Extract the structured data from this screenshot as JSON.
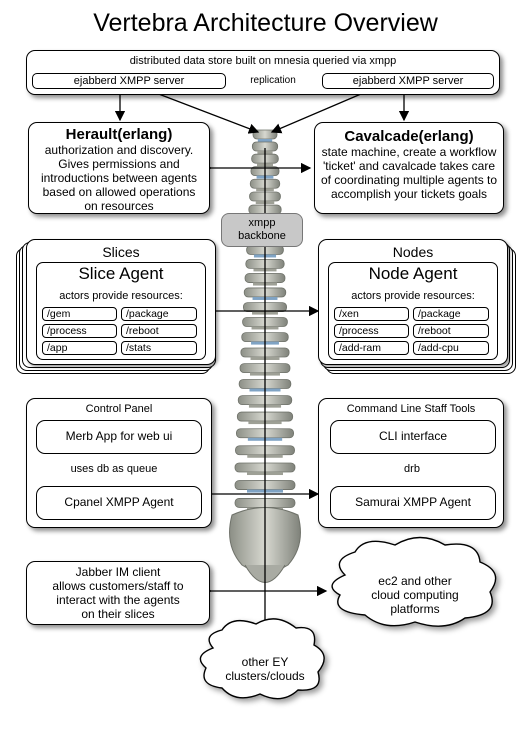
{
  "title": "Vertebra Architecture Overview",
  "datastore": {
    "caption": "distributed data store built on mnesia queried via xmpp",
    "left_server": "ejabberd XMPP server",
    "replication": "replication",
    "right_server": "ejabberd XMPP server"
  },
  "herault": {
    "heading": "Herault(erlang)",
    "lines": [
      "authorization and  discovery.",
      "Gives permissions and",
      "introductions between agents",
      "based on allowed operations",
      "on resources"
    ]
  },
  "cavalcade": {
    "heading": "Cavalcade(erlang)",
    "lines": [
      "state machine, create a workflow",
      "'ticket' and cavalcade takes care",
      "of coordinating multiple agents to",
      "accomplish your tickets goals"
    ]
  },
  "backbone": {
    "lines": [
      "xmpp",
      "backbone"
    ]
  },
  "slices": {
    "heading": "Slices",
    "agent": "Slice Agent",
    "caption": "actors provide resources:",
    "resources": [
      "/gem",
      "/package",
      "/process",
      "/reboot",
      "/app",
      "/stats"
    ]
  },
  "nodes": {
    "heading": "Nodes",
    "agent": "Node Agent",
    "caption": "actors provide resources:",
    "resources": [
      "/xen",
      "/package",
      "/process",
      "/reboot",
      "/add-ram",
      "/add-cpu"
    ]
  },
  "control_panel": {
    "heading": "Control Panel",
    "app": "Merb App for web ui",
    "queue": "uses db as queue",
    "agent": "Cpanel XMPP Agent"
  },
  "cli_tools": {
    "heading": "Command Line Staff Tools",
    "app": "CLI interface",
    "link": "drb",
    "agent": "Samurai XMPP Agent"
  },
  "jabber": {
    "lines": [
      "Jabber IM client",
      "allows customers/staff to",
      "interact with the agents",
      "on their slices"
    ]
  },
  "ec2_cloud": {
    "lines": [
      "ec2 and other",
      "cloud computing",
      "platforms"
    ]
  },
  "ey_cloud": {
    "lines": [
      "other EY",
      "clusters/clouds"
    ]
  }
}
